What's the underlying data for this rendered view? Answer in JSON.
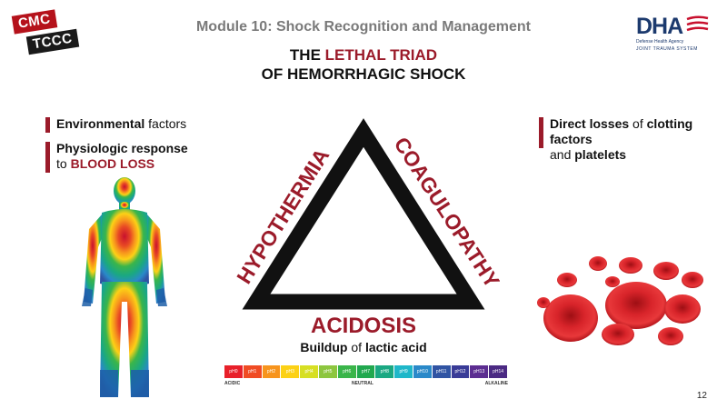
{
  "logo_left": {
    "line1": "CMC",
    "line2": "TCCC"
  },
  "module_title": "Module 10: Shock Recognition and Management",
  "logo_right": {
    "brand": "DHA",
    "agency": "Defense Health Agency",
    "system": "JOINT TRAUMA SYSTEM"
  },
  "triad_title": {
    "the": "THE ",
    "lethal": "LETHAL TRIAD",
    "line2": "OF HEMORRHAGIC SHOCK"
  },
  "left_bullets": {
    "b1_bold": "Environmental",
    "b1_rest": " factors",
    "b2_bold": "Physiologic response",
    "b2_to": "to ",
    "b2_red": "BLOOD LOSS"
  },
  "right_bullet": {
    "bold1": "Direct losses",
    "mid1": " of ",
    "bold2": "clotting factors",
    "mid2": " and ",
    "bold3": "platelets"
  },
  "triad": {
    "left": "HYPOTHERMIA",
    "right": "COAGULOPATHY",
    "bottom": "ACIDOSIS"
  },
  "buildup": {
    "bold1": "Buildup",
    "mid": " of ",
    "bold2": "lactic acid"
  },
  "ph_scale": {
    "cells": [
      "pH0",
      "pH1",
      "pH2",
      "pH3",
      "pH4",
      "pH5",
      "pH6",
      "pH7",
      "pH8",
      "pH9",
      "pH10",
      "pH11",
      "pH12",
      "pH13",
      "pH14"
    ],
    "colors": [
      "#e8202a",
      "#f04b23",
      "#f7941d",
      "#fcd116",
      "#d7df23",
      "#8dc63f",
      "#3ab54a",
      "#21a84f",
      "#1aa882",
      "#1fb7c9",
      "#2a89c9",
      "#3054a3",
      "#393b97",
      "#5c2d91",
      "#4b2a83"
    ],
    "acidic": "ACIDIC",
    "neutral": "NEUTRAL",
    "alkaline": "ALKALINE"
  },
  "page_number": "12",
  "colors": {
    "accent_red": "#9b1b2a",
    "logo_red": "#b5121b",
    "dha_blue": "#1c3a6e"
  }
}
